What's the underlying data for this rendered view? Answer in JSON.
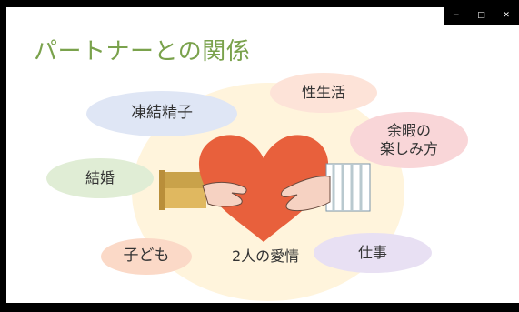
{
  "window": {
    "controls": {
      "minimize": "−",
      "maximize": "□",
      "close": "✕"
    }
  },
  "slide": {
    "title": "パートナーとの関係",
    "center_label": "2人の愛情",
    "bubbles": {
      "frozen_sperm": "凍結精子",
      "sex_life": "性生活",
      "leisure_line1": "余暇の",
      "leisure_line2": "楽しみ方",
      "marriage": "結婚",
      "children": "子ども",
      "work": "仕事"
    }
  },
  "colors": {
    "title": "#7aa24c",
    "heart": "#e8603c",
    "backdrop": "#fff4dc",
    "bubble_blue": "#dfe6f5",
    "bubble_peach": "#fde3d8",
    "bubble_pink": "#f9d6d8",
    "bubble_green": "#e0edd5",
    "bubble_orange": "#fbd9c7",
    "bubble_purple": "#e8e0f3"
  }
}
